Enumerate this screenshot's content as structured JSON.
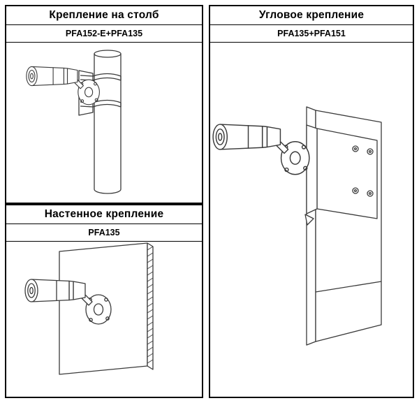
{
  "panels": {
    "pole": {
      "title": "Крепление на столб",
      "code": "PFA152-E+PFA135"
    },
    "corner": {
      "title": "Угловое крепление",
      "code": "PFA135+PFA151"
    },
    "wall": {
      "title": "Настенное крепление",
      "code": "PFA135"
    }
  },
  "figures": {
    "pole": "bullet-camera-strapped-to-pole",
    "corner": "bullet-camera-on-corner-bracket",
    "wall": "bullet-camera-on-wall-panel"
  },
  "colors": {
    "background": "#ffffff",
    "border": "#000000",
    "text": "#000000",
    "line_art": "#3a3a3a"
  }
}
